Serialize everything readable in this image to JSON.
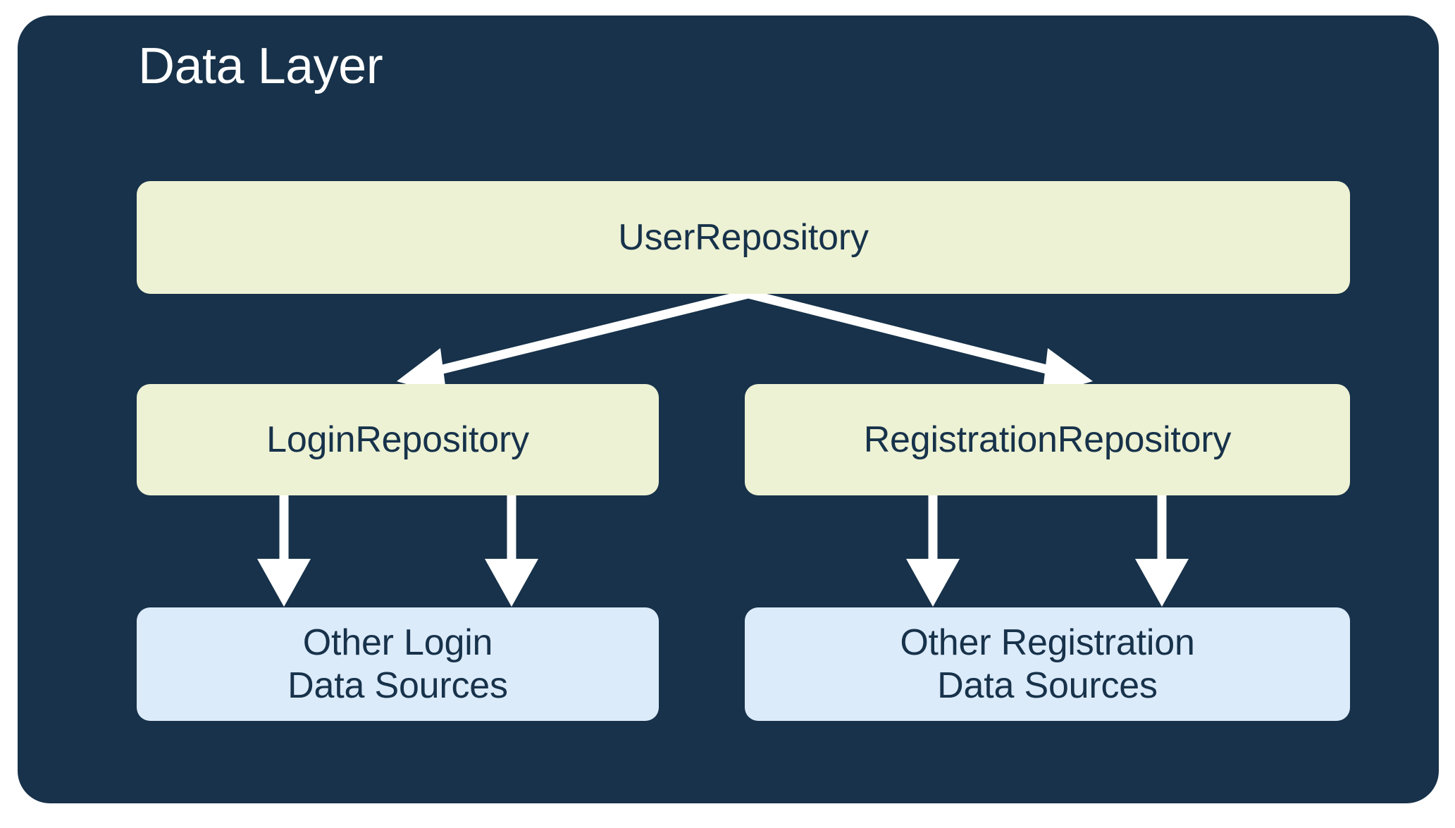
{
  "diagram": {
    "title": "Data Layer",
    "colors": {
      "panel_background": "#17324A",
      "title_text": "#FFFFFF",
      "repository_fill": "#EDF2D4",
      "data_source_fill": "#DCEBFA",
      "node_text": "#17324A",
      "arrow": "#FFFFFF",
      "page_background": "#FFFFFF"
    },
    "nodes": {
      "user_repository": {
        "label": "UserRepository",
        "kind": "repository"
      },
      "login_repository": {
        "label": "LoginRepository",
        "kind": "repository"
      },
      "registration_repository": {
        "label": "RegistrationRepository",
        "kind": "repository"
      },
      "other_login_sources": {
        "line1": "Other Login",
        "line2": "Data Sources",
        "kind": "data-source"
      },
      "other_registration_sources": {
        "line1": "Other Registration",
        "line2": "Data Sources",
        "kind": "data-source"
      }
    },
    "edges": [
      {
        "from": "user_repository",
        "to": "login_repository",
        "style": "branch-arrow"
      },
      {
        "from": "user_repository",
        "to": "registration_repository",
        "style": "branch-arrow"
      },
      {
        "from": "login_repository",
        "to": "other_login_sources",
        "style": "vertical-arrow"
      },
      {
        "from": "login_repository",
        "to": "other_login_sources",
        "style": "vertical-arrow"
      },
      {
        "from": "registration_repository",
        "to": "other_registration_sources",
        "style": "vertical-arrow"
      },
      {
        "from": "registration_repository",
        "to": "other_registration_sources",
        "style": "vertical-arrow"
      }
    ]
  }
}
